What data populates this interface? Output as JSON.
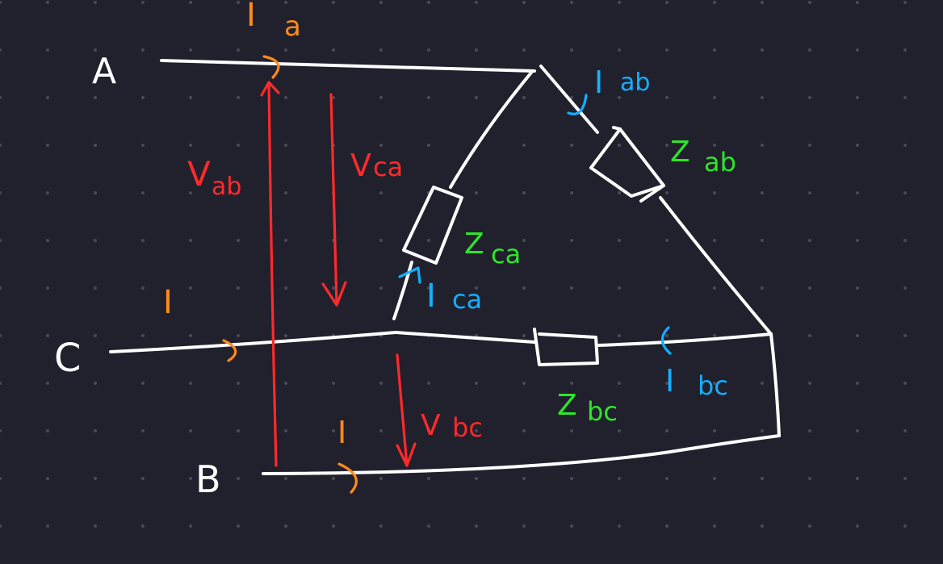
{
  "colors": {
    "background": "#21202d",
    "grid_dot": "#4a4958",
    "wire": "#ffffff",
    "voltage": "#ff2a2a",
    "line_current": "#ff8a1e",
    "phase_current": "#13b0ff",
    "impedance": "#2ee62a"
  },
  "nodes": {
    "a": "A",
    "b": "B",
    "c": "C"
  },
  "line_currents": {
    "ia_main": "I",
    "ia_sub": "a",
    "ic": "I",
    "ib": "I"
  },
  "voltages": {
    "vab_main": "V",
    "vab_sub": "ab",
    "vca_main": "V",
    "vca_sub": "ca",
    "vbc_main": "V",
    "vbc_sub": "bc"
  },
  "phase_currents": {
    "iab_main": "I",
    "iab_sub": "ab",
    "ica_main": "I",
    "ica_sub": "ca",
    "ibc_main": "I",
    "ibc_sub": "bc"
  },
  "impedances": {
    "zab_main": "Z",
    "zab_sub": "ab",
    "zca_main": "Z",
    "zca_sub": "ca",
    "zbc_main": "Z",
    "zbc_sub": "bc"
  }
}
